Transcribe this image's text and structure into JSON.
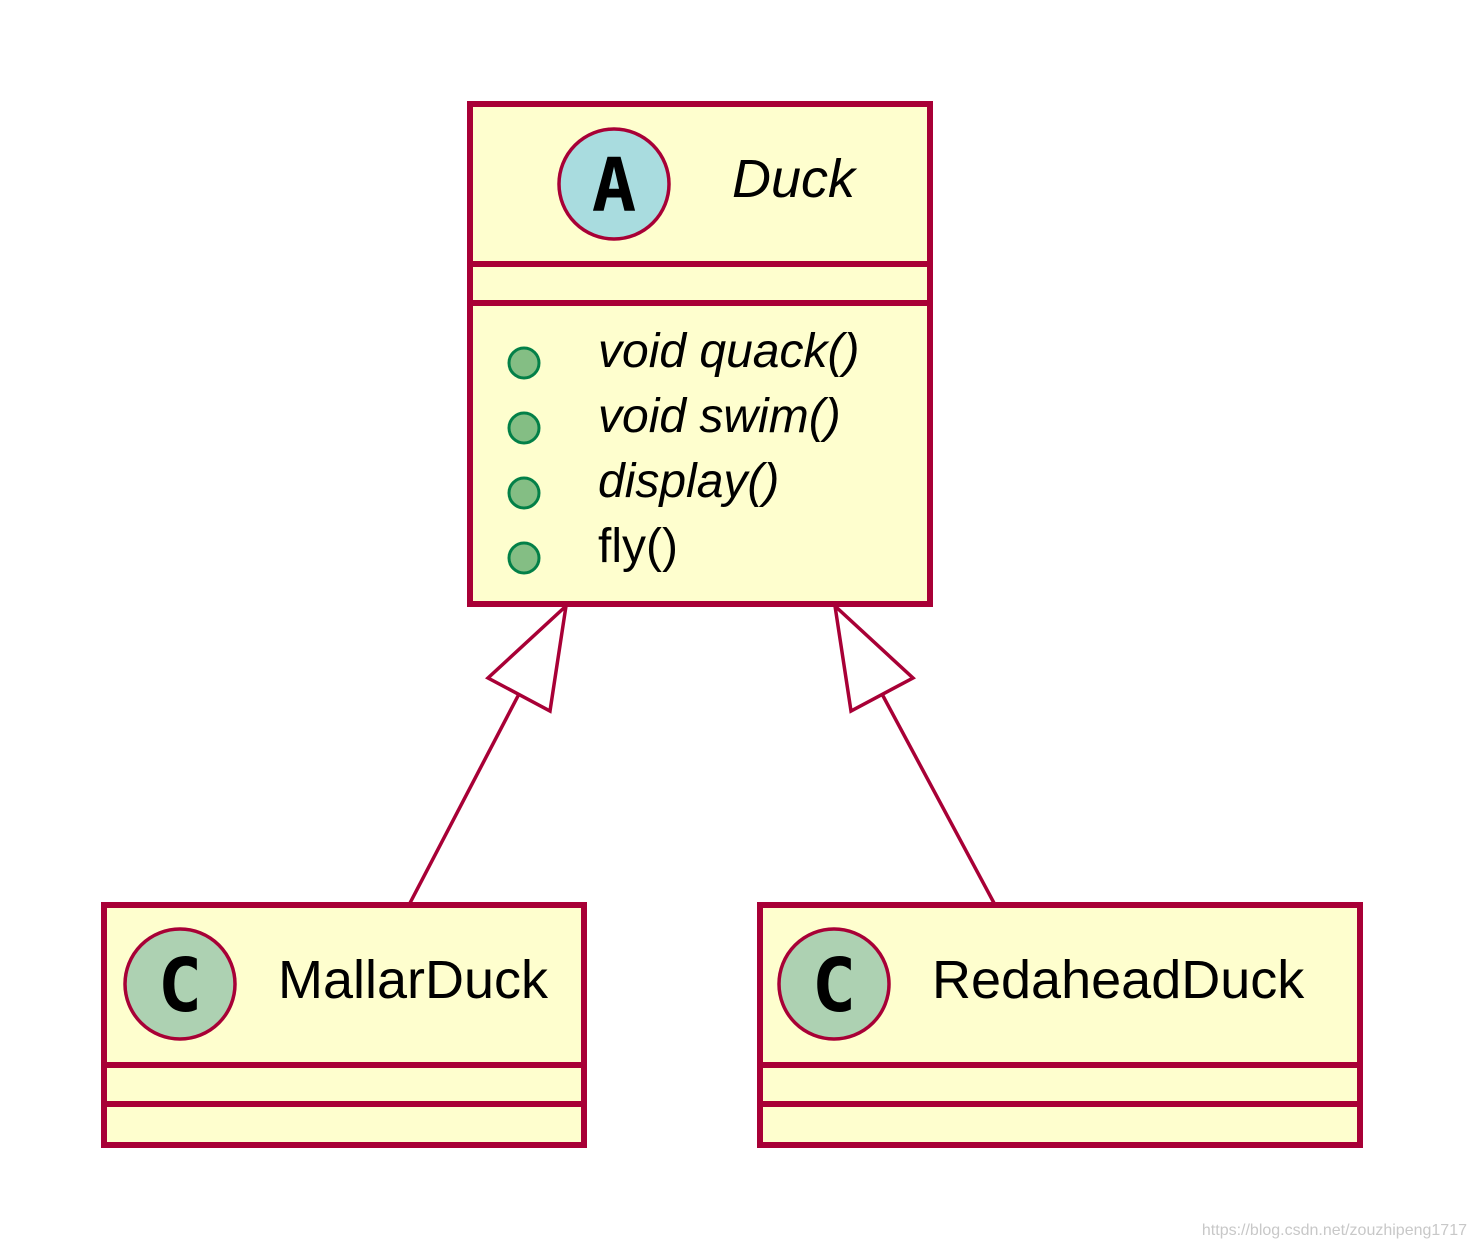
{
  "diagram": {
    "type": "uml-class",
    "classes": [
      {
        "id": "duck",
        "name": "Duck",
        "stereotype_letter": "A",
        "abstract": true,
        "stereotype_color": "#a9dcdf",
        "members": [
          {
            "text": "void quack()",
            "abstract": true,
            "visibility": "public"
          },
          {
            "text": "void swim()",
            "abstract": true,
            "visibility": "public"
          },
          {
            "text": "display()",
            "abstract": true,
            "visibility": "public"
          },
          {
            "text": "fly()",
            "abstract": false,
            "visibility": "public"
          }
        ]
      },
      {
        "id": "mallard",
        "name": "MallarDuck",
        "stereotype_letter": "C",
        "abstract": false,
        "stereotype_color": "#add1b2",
        "members": []
      },
      {
        "id": "redahead",
        "name": "RedaheadDuck",
        "stereotype_letter": "C",
        "abstract": false,
        "stereotype_color": "#add1b2",
        "members": []
      }
    ],
    "relations": [
      {
        "type": "inheritance",
        "from": "mallard",
        "to": "duck"
      },
      {
        "type": "inheritance",
        "from": "redahead",
        "to": "duck"
      }
    ],
    "colors": {
      "border": "#a80036",
      "fill": "#fefece",
      "visibility_public": "#84be84"
    }
  },
  "watermark": "https://blog.csdn.net/zouzhipeng1717"
}
